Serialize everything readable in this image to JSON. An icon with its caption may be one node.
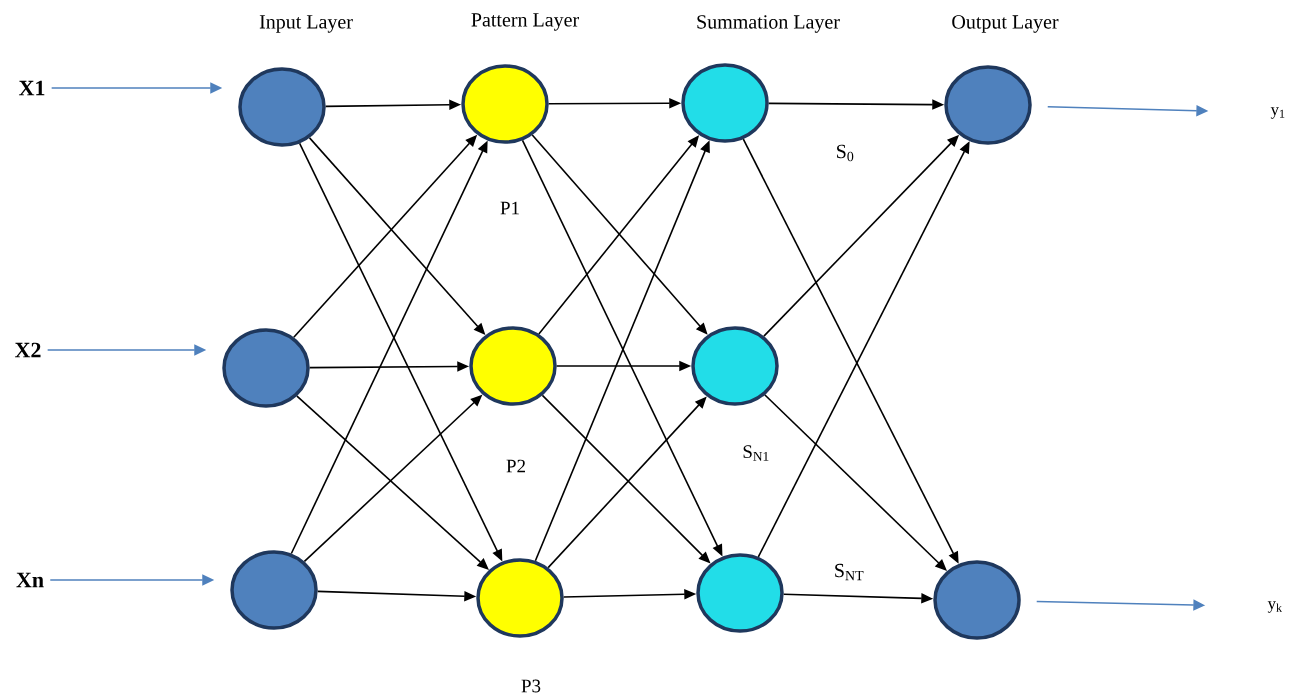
{
  "diagram": {
    "nodes": [
      {
        "text": [
          "X1"
        ]
      },
      {
        "text": [
          "X2"
        ]
      },
      {
        "text": [
          "Xn"
        ]
      },
      {
        "text": [],
        "shape": "circle"
      },
      {
        "text": [],
        "shape": "circle"
      },
      {
        "text": [],
        "shape": "circle"
      },
      {
        "text": [],
        "shape": "circle",
        "beside": [
          "P1"
        ]
      },
      {
        "text": [],
        "shape": "circle",
        "beside": [
          "P2"
        ]
      },
      {
        "text": [],
        "shape": "circle",
        "beside": [
          "P3"
        ]
      },
      {
        "text": [],
        "shape": "circle"
      },
      {
        "text": [],
        "shape": "circle",
        "beside": [
          "S$_{N1}$"
        ]
      },
      {
        "text": [],
        "shape": "circle"
      },
      {
        "text": [],
        "shape": "circle"
      },
      {
        "text": [],
        "shape": "circle"
      },
      {
        "text": [
          "y$_{1}$"
        ]
      },
      {
        "text": [
          "y$_{k}$"
        ]
      }
    ],
    "edges": [
      {
        "from": 0,
        "to": 3,
        "arrow": "to",
        "color": "#4f81bd"
      },
      {
        "from": 1,
        "to": 4,
        "arrow": "to",
        "color": "#4f81bd"
      },
      {
        "from": 2,
        "to": 5,
        "arrow": "to",
        "color": "#4f81bd"
      },
      {
        "from": 3,
        "to": 6,
        "arrow": "to"
      },
      {
        "from": 3,
        "to": 7,
        "arrow": "to"
      },
      {
        "from": 3,
        "to": 8,
        "arrow": "to"
      },
      {
        "from": 4,
        "to": 6,
        "arrow": "to"
      },
      {
        "from": 4,
        "to": 7,
        "arrow": "to"
      },
      {
        "from": 4,
        "to": 8,
        "arrow": "to"
      },
      {
        "from": 5,
        "to": 6,
        "arrow": "to"
      },
      {
        "from": 5,
        "to": 7,
        "arrow": "to"
      },
      {
        "from": 5,
        "to": 8,
        "arrow": "to"
      },
      {
        "from": 6,
        "to": 9,
        "arrow": "to"
      },
      {
        "from": 6,
        "to": 10,
        "arrow": "to"
      },
      {
        "from": 6,
        "to": 11,
        "arrow": "to"
      },
      {
        "from": 7,
        "to": 9,
        "arrow": "to"
      },
      {
        "from": 7,
        "to": 10,
        "arrow": "to"
      },
      {
        "from": 7,
        "to": 11,
        "arrow": "to"
      },
      {
        "from": 8,
        "to": 9,
        "arrow": "to"
      },
      {
        "from": 8,
        "to": 10,
        "arrow": "to"
      },
      {
        "from": 8,
        "to": 11,
        "arrow": "to"
      },
      {
        "from": 9,
        "to": 12,
        "arrow": "to"
      },
      {
        "from": 9,
        "to": 13,
        "arrow": "to"
      },
      {
        "from": 10,
        "to": 12,
        "arrow": "to"
      },
      {
        "from": 10,
        "to": 13,
        "arrow": "to"
      },
      {
        "from": 11,
        "to": 12,
        "arrow": "to"
      },
      {
        "from": 11,
        "to": 13,
        "arrow": "to"
      },
      {
        "from": 12,
        "to": 14,
        "arrow": "to",
        "color": "#4f81bd"
      },
      {
        "from": 13,
        "to": 15,
        "arrow": "to",
        "color": "#4f81bd"
      }
    ],
    "labels": [
      "Input Layer",
      "Pattern Layer",
      "Summation Layer",
      "Output Layer",
      "S$_{0}$",
      "S$_{NT}$"
    ]
  }
}
